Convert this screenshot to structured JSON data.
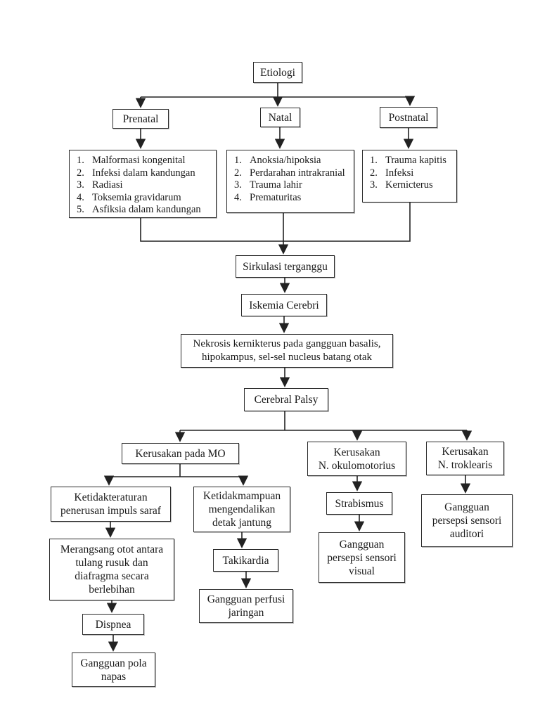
{
  "diagram_title": "Etiologi (Cerebral Palsy pathway flowchart)",
  "colors": {
    "background": "#ffffff",
    "line": "#222222",
    "box_border": "#2b2b2b",
    "text": "#1a1a1a"
  },
  "nodes": {
    "etiologi": "Etiologi",
    "prenatal": "Prenatal",
    "natal": "Natal",
    "postnatal": "Postnatal",
    "sirkulasi": "Sirkulasi terganggu",
    "iskemia": "Iskemia Cerebri",
    "nekrosis": "Nekrosis kernikterus pada gangguan basalis,\nhipokampus, sel-sel nucleus batang otak",
    "cerebral_palsy": "Cerebral Palsy",
    "kerusakan_mo": "Kerusakan pada MO",
    "kerusakan_okulomotorius": "Kerusakan\nN. okulomotorius",
    "kerusakan_troklearis": "Kerusakan\nN. troklearis",
    "ketidakteraturan": "Ketidakteraturan\npenerusan impuls saraf",
    "ketidakmampuan": "Ketidakmampuan\nmengendalikan\ndetak jantung",
    "merangsang": "Merangsang otot antara\ntulang rusuk dan\ndiafragma secara\nberlebihan",
    "takikardia": "Takikardia",
    "gangguan_perfusi": "Gangguan perfusi\njaringan",
    "dispnea": "Dispnea",
    "gangguan_pola_napas": "Gangguan pola\nnapas",
    "strabismus": "Strabismus",
    "gangguan_visual": "Gangguan\npersepsi sensori\nvisual",
    "gangguan_auditori": "Gangguan\npersepsi sensori\nauditori"
  },
  "lists": {
    "prenatal": {
      "items": [
        {
          "num": "1.",
          "text": "Malformasi kongenital"
        },
        {
          "num": "2.",
          "text": "Infeksi dalam kandungan"
        },
        {
          "num": "3.",
          "text": "Radiasi"
        },
        {
          "num": "4.",
          "text": "Toksemia gravidarum"
        },
        {
          "num": "5.",
          "text": "Asfiksia dalam kandungan"
        }
      ]
    },
    "natal": {
      "items": [
        {
          "num": "1.",
          "text": "Anoksia/hipoksia"
        },
        {
          "num": "2.",
          "text": "Perdarahan intrakranial"
        },
        {
          "num": "3.",
          "text": "Trauma lahir"
        },
        {
          "num": "4.",
          "text": "Prematuritas"
        }
      ]
    },
    "postnatal": {
      "items": [
        {
          "num": "1.",
          "text": "Trauma kapitis"
        },
        {
          "num": "2.",
          "text": "Infeksi"
        },
        {
          "num": "3.",
          "text": "Kernicterus"
        }
      ]
    }
  }
}
